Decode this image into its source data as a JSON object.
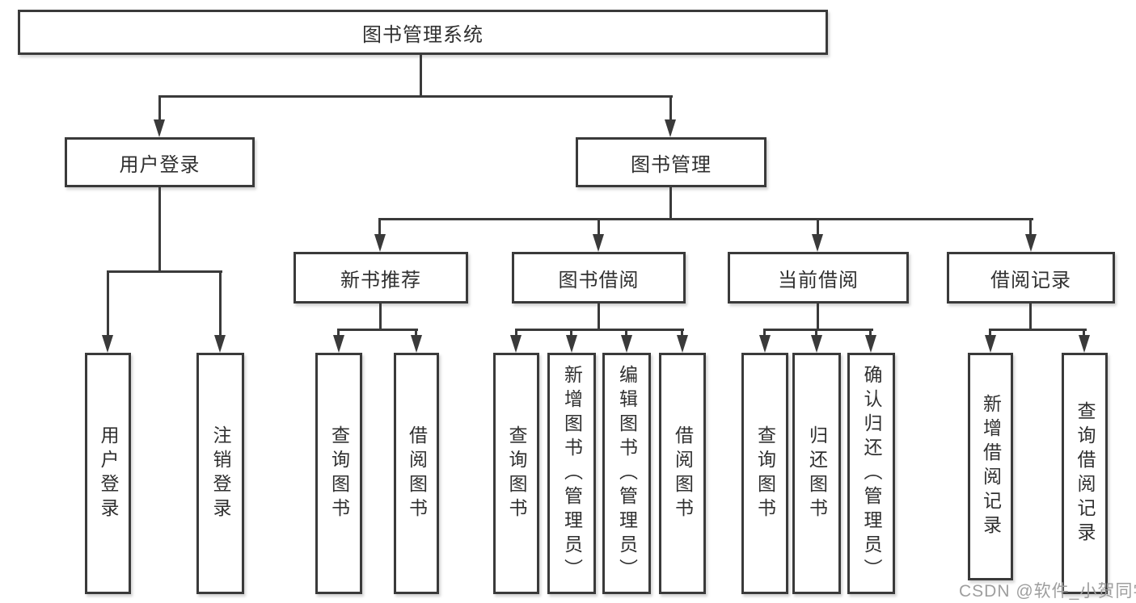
{
  "diagram": {
    "root": {
      "label": "图书管理系统"
    },
    "branches": [
      {
        "label": "用户登录",
        "children": [
          {
            "label": "用户登录"
          },
          {
            "label": "注销登录"
          }
        ]
      },
      {
        "label": "图书管理",
        "children": [
          {
            "label": "新书推荐",
            "children": [
              {
                "label": "查询图书"
              },
              {
                "label": "借阅图书"
              }
            ]
          },
          {
            "label": "图书借阅",
            "children": [
              {
                "label": "查询图书"
              },
              {
                "label": "新增图书（管理员）"
              },
              {
                "label": "编辑图书（管理员）"
              },
              {
                "label": "借阅图书"
              }
            ]
          },
          {
            "label": "当前借阅",
            "children": [
              {
                "label": "查询图书"
              },
              {
                "label": "归还图书"
              },
              {
                "label": "确认归还（管理员）"
              }
            ]
          },
          {
            "label": "借阅记录",
            "children": [
              {
                "label": "新增借阅记录"
              },
              {
                "label": "查询借阅记录"
              }
            ]
          }
        ]
      }
    ]
  },
  "watermark": {
    "text": "CSDN @软件_小贺同学",
    "color": "#9e9e9e"
  },
  "colors": {
    "line": "#3a3a3a",
    "box_border": "#3a3a3a",
    "text": "#303030",
    "background": "#ffffff"
  }
}
